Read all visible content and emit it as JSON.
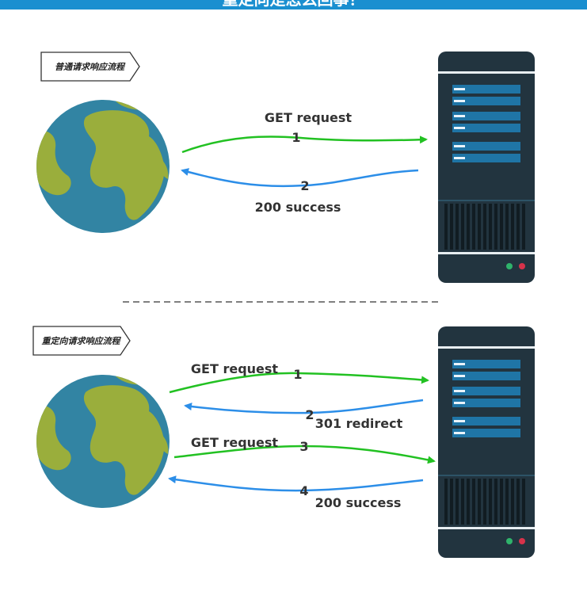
{
  "banner": {
    "text": "重定向是怎么回事？"
  },
  "colors": {
    "banner": "#1a8fd0",
    "request_arrow": "#22c122",
    "response_arrow": "#2c8ee8",
    "ocean": "#3284a3",
    "land": "#9aae3c",
    "server_body": "#22343f",
    "server_slot": "#1f75a6",
    "led_green": "#2fb36b",
    "led_red": "#d6324a"
  },
  "normal_flow": {
    "tag": "普通请求响应流程",
    "request_label": "GET request",
    "request_step": "1",
    "response_step": "2",
    "response_label": "200 success"
  },
  "redirect_flow": {
    "tag": "重定向请求响应流程",
    "first_request_label": "GET request",
    "first_request_step": "1",
    "redirect_step": "2",
    "redirect_label": "301 redirect",
    "second_request_label": "GET request",
    "second_request_step": "3",
    "final_step": "4",
    "final_label": "200 success"
  },
  "icons": {
    "client": "globe-icon",
    "server": "server-tower-icon"
  }
}
